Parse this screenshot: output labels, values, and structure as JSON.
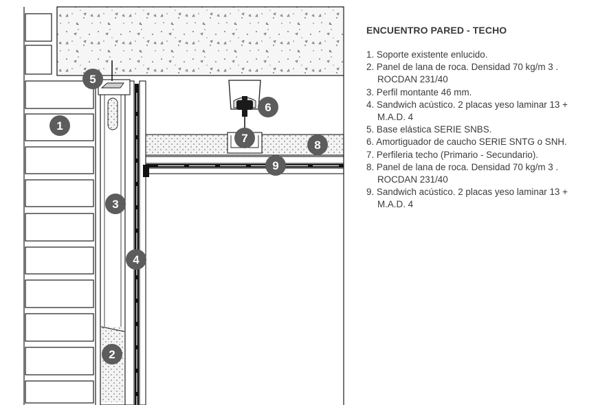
{
  "title": "ENCUENTRO PARED - TECHO",
  "legend": [
    "1. Soporte existente enlucido.",
    "2. Panel de lana de roca. Densidad 70 kg/m 3 . ROCDAN 231/40",
    "3. Perfil montante 46 mm.",
    "4. Sandwich acústico. 2 placas yeso laminar 13 + M.A.D. 4",
    "5. Base elástica SERIE SNBS.",
    "6. Amortiguador de caucho SERIE SNTG o SNH.",
    "7. Perfileria techo (Primario - Secundario).",
    "8. Panel de lana de roca. Densidad 70 kg/m 3 . ROCDAN 231/40",
    "9. Sandwich acústico. 2 placas yeso laminar 13 + M.A.D. 4"
  ],
  "callouts": [
    "1",
    "2",
    "3",
    "4",
    "5",
    "6",
    "7",
    "8",
    "9"
  ],
  "colors": {
    "line": "#1a1a1a",
    "callout_fill": "#5c5c5c",
    "concrete_fill": "#f5f5f5",
    "text": "#3a3a3a"
  }
}
